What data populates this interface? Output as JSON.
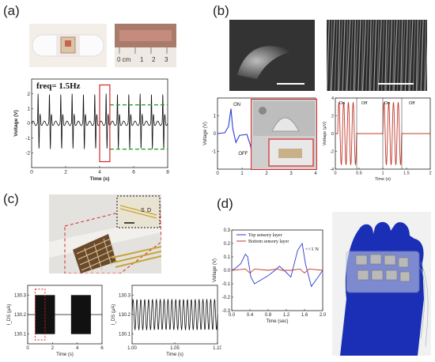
{
  "panels": {
    "a": {
      "label": "(a)"
    },
    "b": {
      "label": "(b)"
    },
    "c": {
      "label": "(c)"
    },
    "d": {
      "label": "(d)"
    }
  },
  "photos": {
    "a_ruler": {
      "ticks": [
        "0 cm",
        "1",
        "2",
        "3"
      ]
    },
    "c_inset": {
      "tag": "S",
      "tag2": "D"
    }
  },
  "colors": {
    "signal": "#111111",
    "highlight_box": "#d62728",
    "guide_line": "#2ca02c",
    "blue_trace": "#2b3bd6",
    "red_trace": "#c0392b",
    "glove": "#1a2fb5"
  },
  "chart_data": [
    {
      "id": "a",
      "type": "line",
      "title": "freq= 1.5Hz",
      "xlabel": "Time (s)",
      "ylabel": "Voltage (V)",
      "xlim": [
        0,
        8
      ],
      "ylim": [
        -3,
        3
      ],
      "xticks": [
        "0",
        "2",
        "4",
        "6",
        "8"
      ],
      "yticks": [
        "-2",
        "-1",
        "0",
        "1",
        "2"
      ],
      "frequency_hz": 1.5,
      "peak_v": 1.9,
      "trough_v": -1.9,
      "guides_v": [
        1.25,
        -1.75
      ],
      "highlight_x": [
        4.0,
        4.6
      ]
    },
    {
      "id": "b_left",
      "type": "line",
      "xlabel": "",
      "ylabel": "Voltage (V)",
      "xlim": [
        0,
        4
      ],
      "ylim": [
        -2,
        2
      ],
      "xticks": [
        "0",
        "1",
        "2",
        "3",
        "4"
      ],
      "yticks": [
        "-1",
        "0",
        "1"
      ],
      "annotations": [
        "ON",
        "OFF"
      ],
      "series": [
        {
          "x": [
            0.0,
            0.3,
            0.45,
            0.55,
            0.62,
            0.75,
            0.9,
            1.2,
            1.35,
            1.45,
            1.55,
            1.7,
            2.0,
            4.0
          ],
          "y": [
            0.0,
            0.05,
            0.4,
            1.4,
            0.3,
            -0.5,
            -0.1,
            -0.05,
            -0.7,
            -1.5,
            -0.3,
            0.0,
            0.0,
            0.0
          ]
        }
      ]
    },
    {
      "id": "b_right",
      "type": "line",
      "xlabel": "Time (s)",
      "ylabel": "Voltage (μV)",
      "xlim": [
        0,
        2
      ],
      "ylim": [
        -4,
        4
      ],
      "xticks": [
        "0",
        "0.5",
        "1",
        "1.5",
        "2"
      ],
      "yticks": [
        "-4",
        "-2",
        "0",
        "2",
        "4"
      ],
      "annotations": [
        "On",
        "Off",
        "On",
        "Off"
      ],
      "on_windows": [
        [
          0.05,
          0.45
        ],
        [
          1.0,
          1.4
        ]
      ],
      "amplitude": 3.5,
      "oscillations_per_window": 4
    },
    {
      "id": "c_left",
      "type": "line",
      "xlabel": "Time (s)",
      "ylabel": "I_DS (μA)",
      "xlim": [
        0,
        6
      ],
      "ylim": [
        130.05,
        130.35
      ],
      "xticks": [
        "0",
        "2",
        "4",
        "6"
      ],
      "yticks": [
        "130.1",
        "130.2",
        "130.3"
      ],
      "baseline": 130.2,
      "band": [
        130.1,
        130.3
      ],
      "band_windows": [
        [
          0.6,
          2.2
        ],
        [
          3.5,
          5.1
        ]
      ]
    },
    {
      "id": "c_right",
      "type": "line",
      "xlabel": "Time (s)",
      "ylabel": "I_DS (μA)",
      "xlim": [
        1.0,
        1.1
      ],
      "ylim": [
        130.05,
        130.35
      ],
      "xticks": [
        "1.00",
        "1.05",
        "1.10"
      ],
      "yticks": [
        "130.1",
        "130.2",
        "130.3"
      ],
      "center": 130.2,
      "amplitude": 0.08,
      "cycles": 22
    },
    {
      "id": "d",
      "type": "line",
      "xlabel": "Time (sec)",
      "ylabel": "Voltage (V)",
      "xlim": [
        0,
        2.0
      ],
      "ylim": [
        -0.3,
        0.3
      ],
      "xticks": [
        "0.0",
        "0.4",
        "0.8",
        "1.2",
        "1.6",
        "2.0"
      ],
      "yticks": [
        "-0.3",
        "-0.2",
        "-0.1",
        "0.0",
        "0.1",
        "0.2",
        "0.3"
      ],
      "note": "<<1 N",
      "series": [
        {
          "name": "Top sensory layer",
          "x": [
            0.0,
            0.1,
            0.2,
            0.3,
            0.35,
            0.42,
            0.5,
            0.6,
            0.8,
            0.95,
            1.05,
            1.15,
            1.3,
            1.45,
            1.55,
            1.62,
            1.75,
            1.9,
            2.0
          ],
          "y": [
            0.0,
            0.02,
            0.05,
            0.12,
            0.1,
            -0.05,
            -0.1,
            -0.08,
            -0.04,
            0.0,
            0.03,
            0.0,
            -0.05,
            0.15,
            0.2,
            0.05,
            -0.12,
            -0.05,
            0.0
          ]
        },
        {
          "name": "Bottom sensory layer",
          "x": [
            0.0,
            0.3,
            0.4,
            0.5,
            0.8,
            1.0,
            1.1,
            1.3,
            1.5,
            1.6,
            1.7,
            2.0
          ],
          "y": [
            0.0,
            0.01,
            -0.02,
            0.01,
            0.0,
            0.01,
            0.0,
            0.0,
            0.01,
            -0.02,
            0.01,
            0.0
          ]
        }
      ]
    }
  ]
}
